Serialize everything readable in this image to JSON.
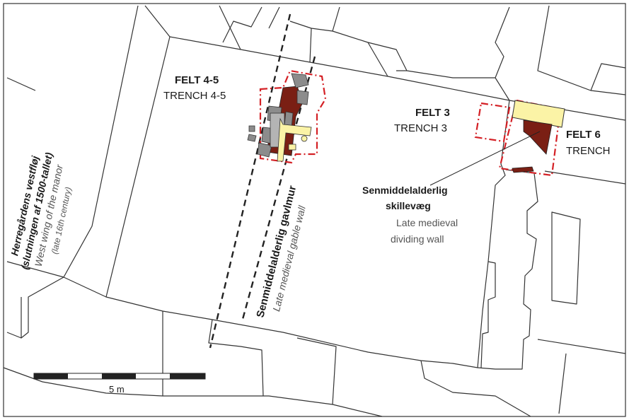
{
  "labels": {
    "felt45_da": "FELT 4-5",
    "felt45_en": "TRENCH 4-5",
    "felt3_da": "FELT 3",
    "felt3_en": "TRENCH 3",
    "felt6_da": "FELT 6",
    "felt6_en": "TRENCH",
    "west_wing_da_1": "Herregårdens vestfløj",
    "west_wing_da_2": "(slutningen af 1500-tallet)",
    "west_wing_en_1": "West wing of the manor",
    "west_wing_en_2": "(late 16th century)",
    "gable_da": "Senmiddelalderlig gavlmur",
    "gable_en": "Late medieval gable wall",
    "dividing_da_1": "Senmiddelalderlig",
    "dividing_da_2": "skillevæg",
    "dividing_en_1": "Late medieval",
    "dividing_en_2": "dividing wall",
    "scale": "5 m"
  },
  "colors": {
    "trench_outline": "#d42025",
    "brick_wall": "#7a1f14",
    "stone": "#8c8c8c",
    "yellow_feature": "#fbf3a6",
    "lines": "#333333"
  }
}
